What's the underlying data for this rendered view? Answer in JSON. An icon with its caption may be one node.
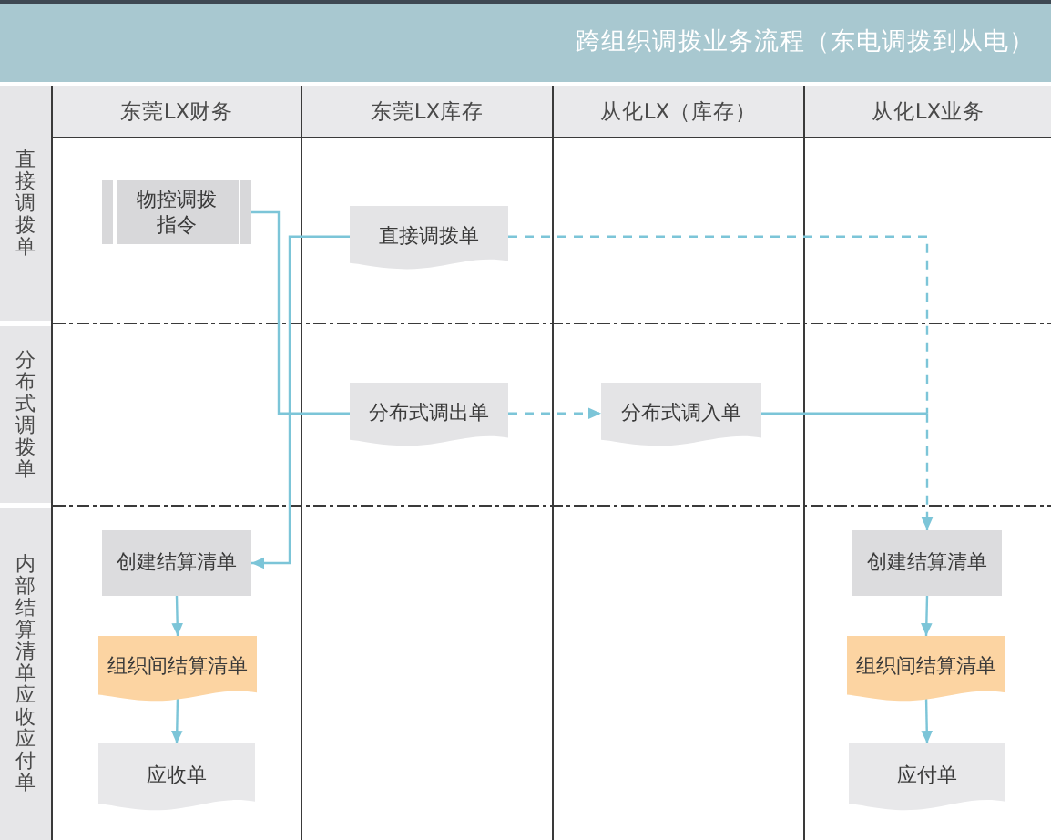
{
  "diagram": {
    "title": "跨组织调拨业务流程（东电调拨到从电）",
    "nodes": [
      {
        "text": [
          "东莞LX财务"
        ]
      },
      {
        "text": [
          "东莞LX库存"
        ]
      },
      {
        "text": [
          "从化LX（库存）"
        ]
      },
      {
        "text": [
          "从化LX业务"
        ]
      },
      {
        "text": [
          "直接调拨单"
        ]
      },
      {
        "text": [
          "分布式调拨单"
        ]
      },
      {
        "text": [
          "内部结算清单应收应付单"
        ]
      },
      {
        "text": [
          "物控调拨指令"
        ]
      },
      {
        "text": [
          "直接调拨单"
        ]
      },
      {
        "text": [
          "分布式调出单"
        ]
      },
      {
        "text": [
          "分布式调入单"
        ]
      },
      {
        "text": [
          "创建结算清单"
        ]
      },
      {
        "text": [
          "创建结算清单"
        ]
      },
      {
        "text": [
          "组织间结算清单"
        ]
      },
      {
        "text": [
          "组织间结算清单"
        ]
      },
      {
        "text": [
          "应收单"
        ]
      },
      {
        "text": [
          "应付单"
        ]
      }
    ],
    "edges": [
      {
        "from": 7,
        "to": 9,
        "arrow": "none"
      },
      {
        "from": 8,
        "to": 11,
        "arrow": "to"
      },
      {
        "from": 8,
        "to": 12,
        "arrow": "to",
        "style": "dashed"
      },
      {
        "from": 9,
        "to": 10,
        "arrow": "to",
        "style": "dashed"
      },
      {
        "from": 10,
        "to": 12,
        "arrow": "to"
      },
      {
        "from": 11,
        "to": 13,
        "arrow": "to"
      },
      {
        "from": 13,
        "to": 15,
        "arrow": "to"
      },
      {
        "from": 12,
        "to": 14,
        "arrow": "to"
      },
      {
        "from": 14,
        "to": 16,
        "arrow": "to"
      }
    ]
  }
}
